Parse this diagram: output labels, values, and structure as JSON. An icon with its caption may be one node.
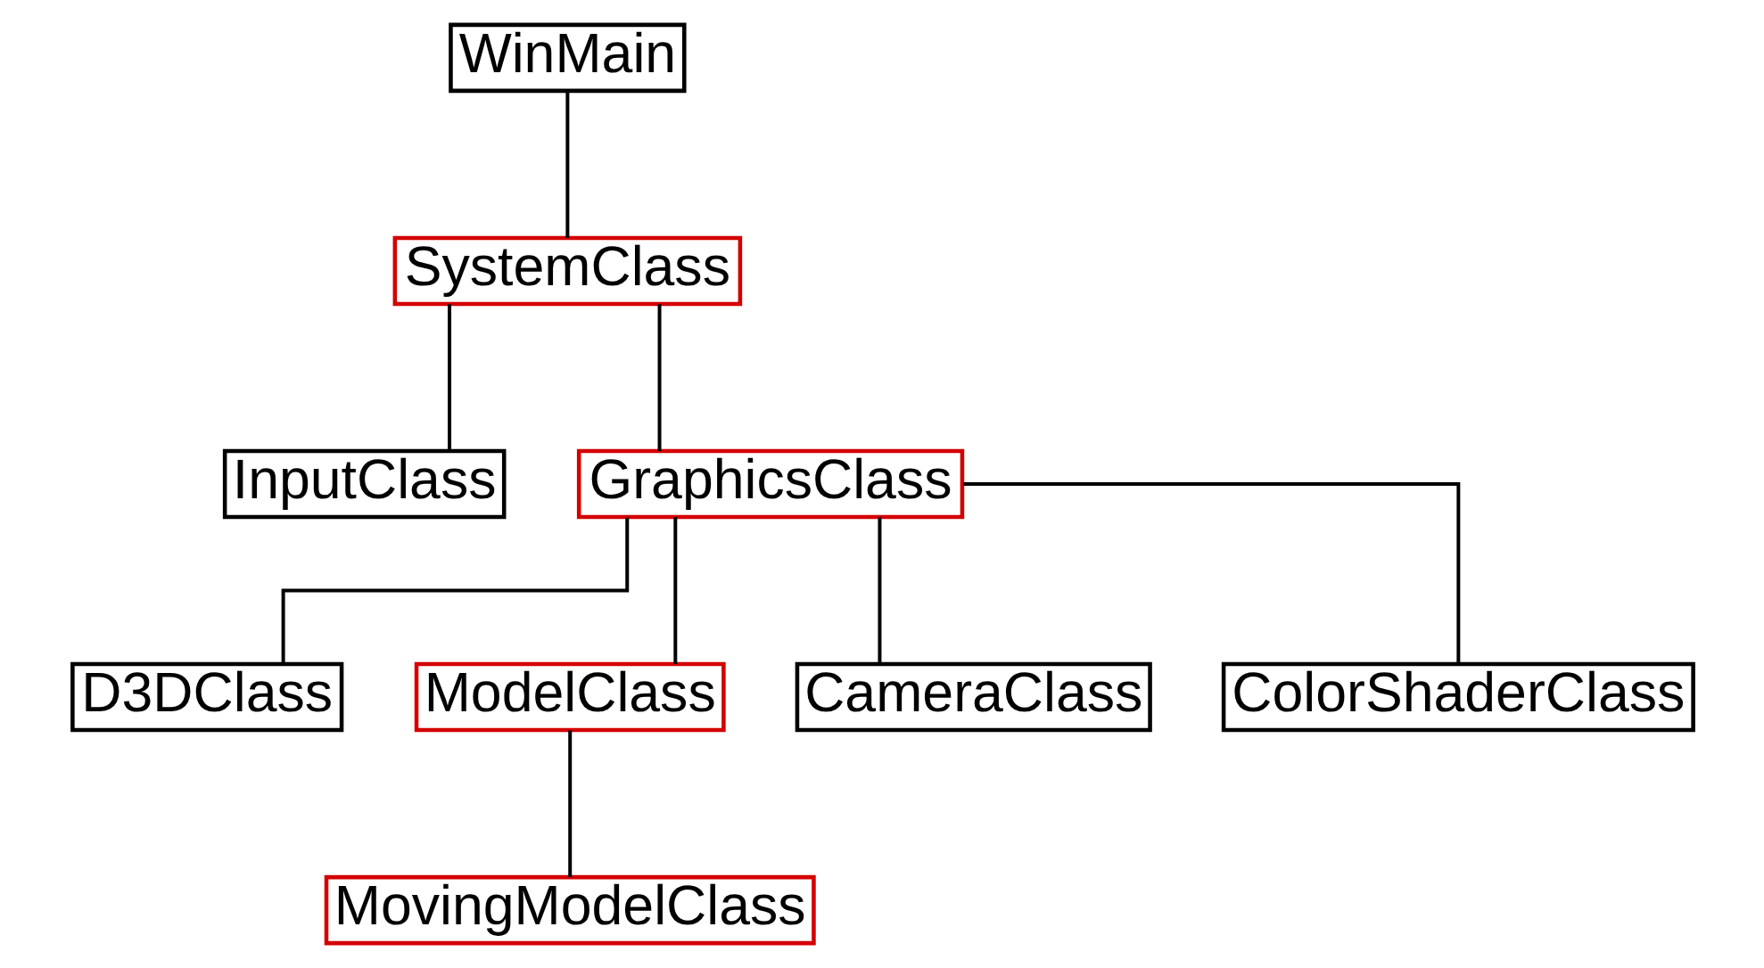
{
  "diagram": {
    "nodes": [
      {
        "text": [
          "WinMain"
        ]
      },
      {
        "text": [
          "SystemClass"
        ]
      },
      {
        "text": [
          "InputClass"
        ]
      },
      {
        "text": [
          "GraphicsClass"
        ]
      },
      {
        "text": [
          "D3DClass"
        ]
      },
      {
        "text": [
          "ModelClass"
        ]
      },
      {
        "text": [
          "CameraClass"
        ]
      },
      {
        "text": [
          "ColorShaderClass"
        ]
      },
      {
        "text": [
          "MovingModelClass"
        ]
      }
    ],
    "edges": [
      {
        "from": 0,
        "to": 1,
        "arrow": "none"
      },
      {
        "from": 1,
        "to": 2,
        "arrow": "none"
      },
      {
        "from": 1,
        "to": 3,
        "arrow": "none"
      },
      {
        "from": 3,
        "to": 4,
        "arrow": "none"
      },
      {
        "from": 3,
        "to": 5,
        "arrow": "none"
      },
      {
        "from": 3,
        "to": 6,
        "arrow": "none"
      },
      {
        "from": 3,
        "to": 7,
        "arrow": "none"
      },
      {
        "from": 5,
        "to": 8,
        "arrow": "none"
      }
    ]
  }
}
